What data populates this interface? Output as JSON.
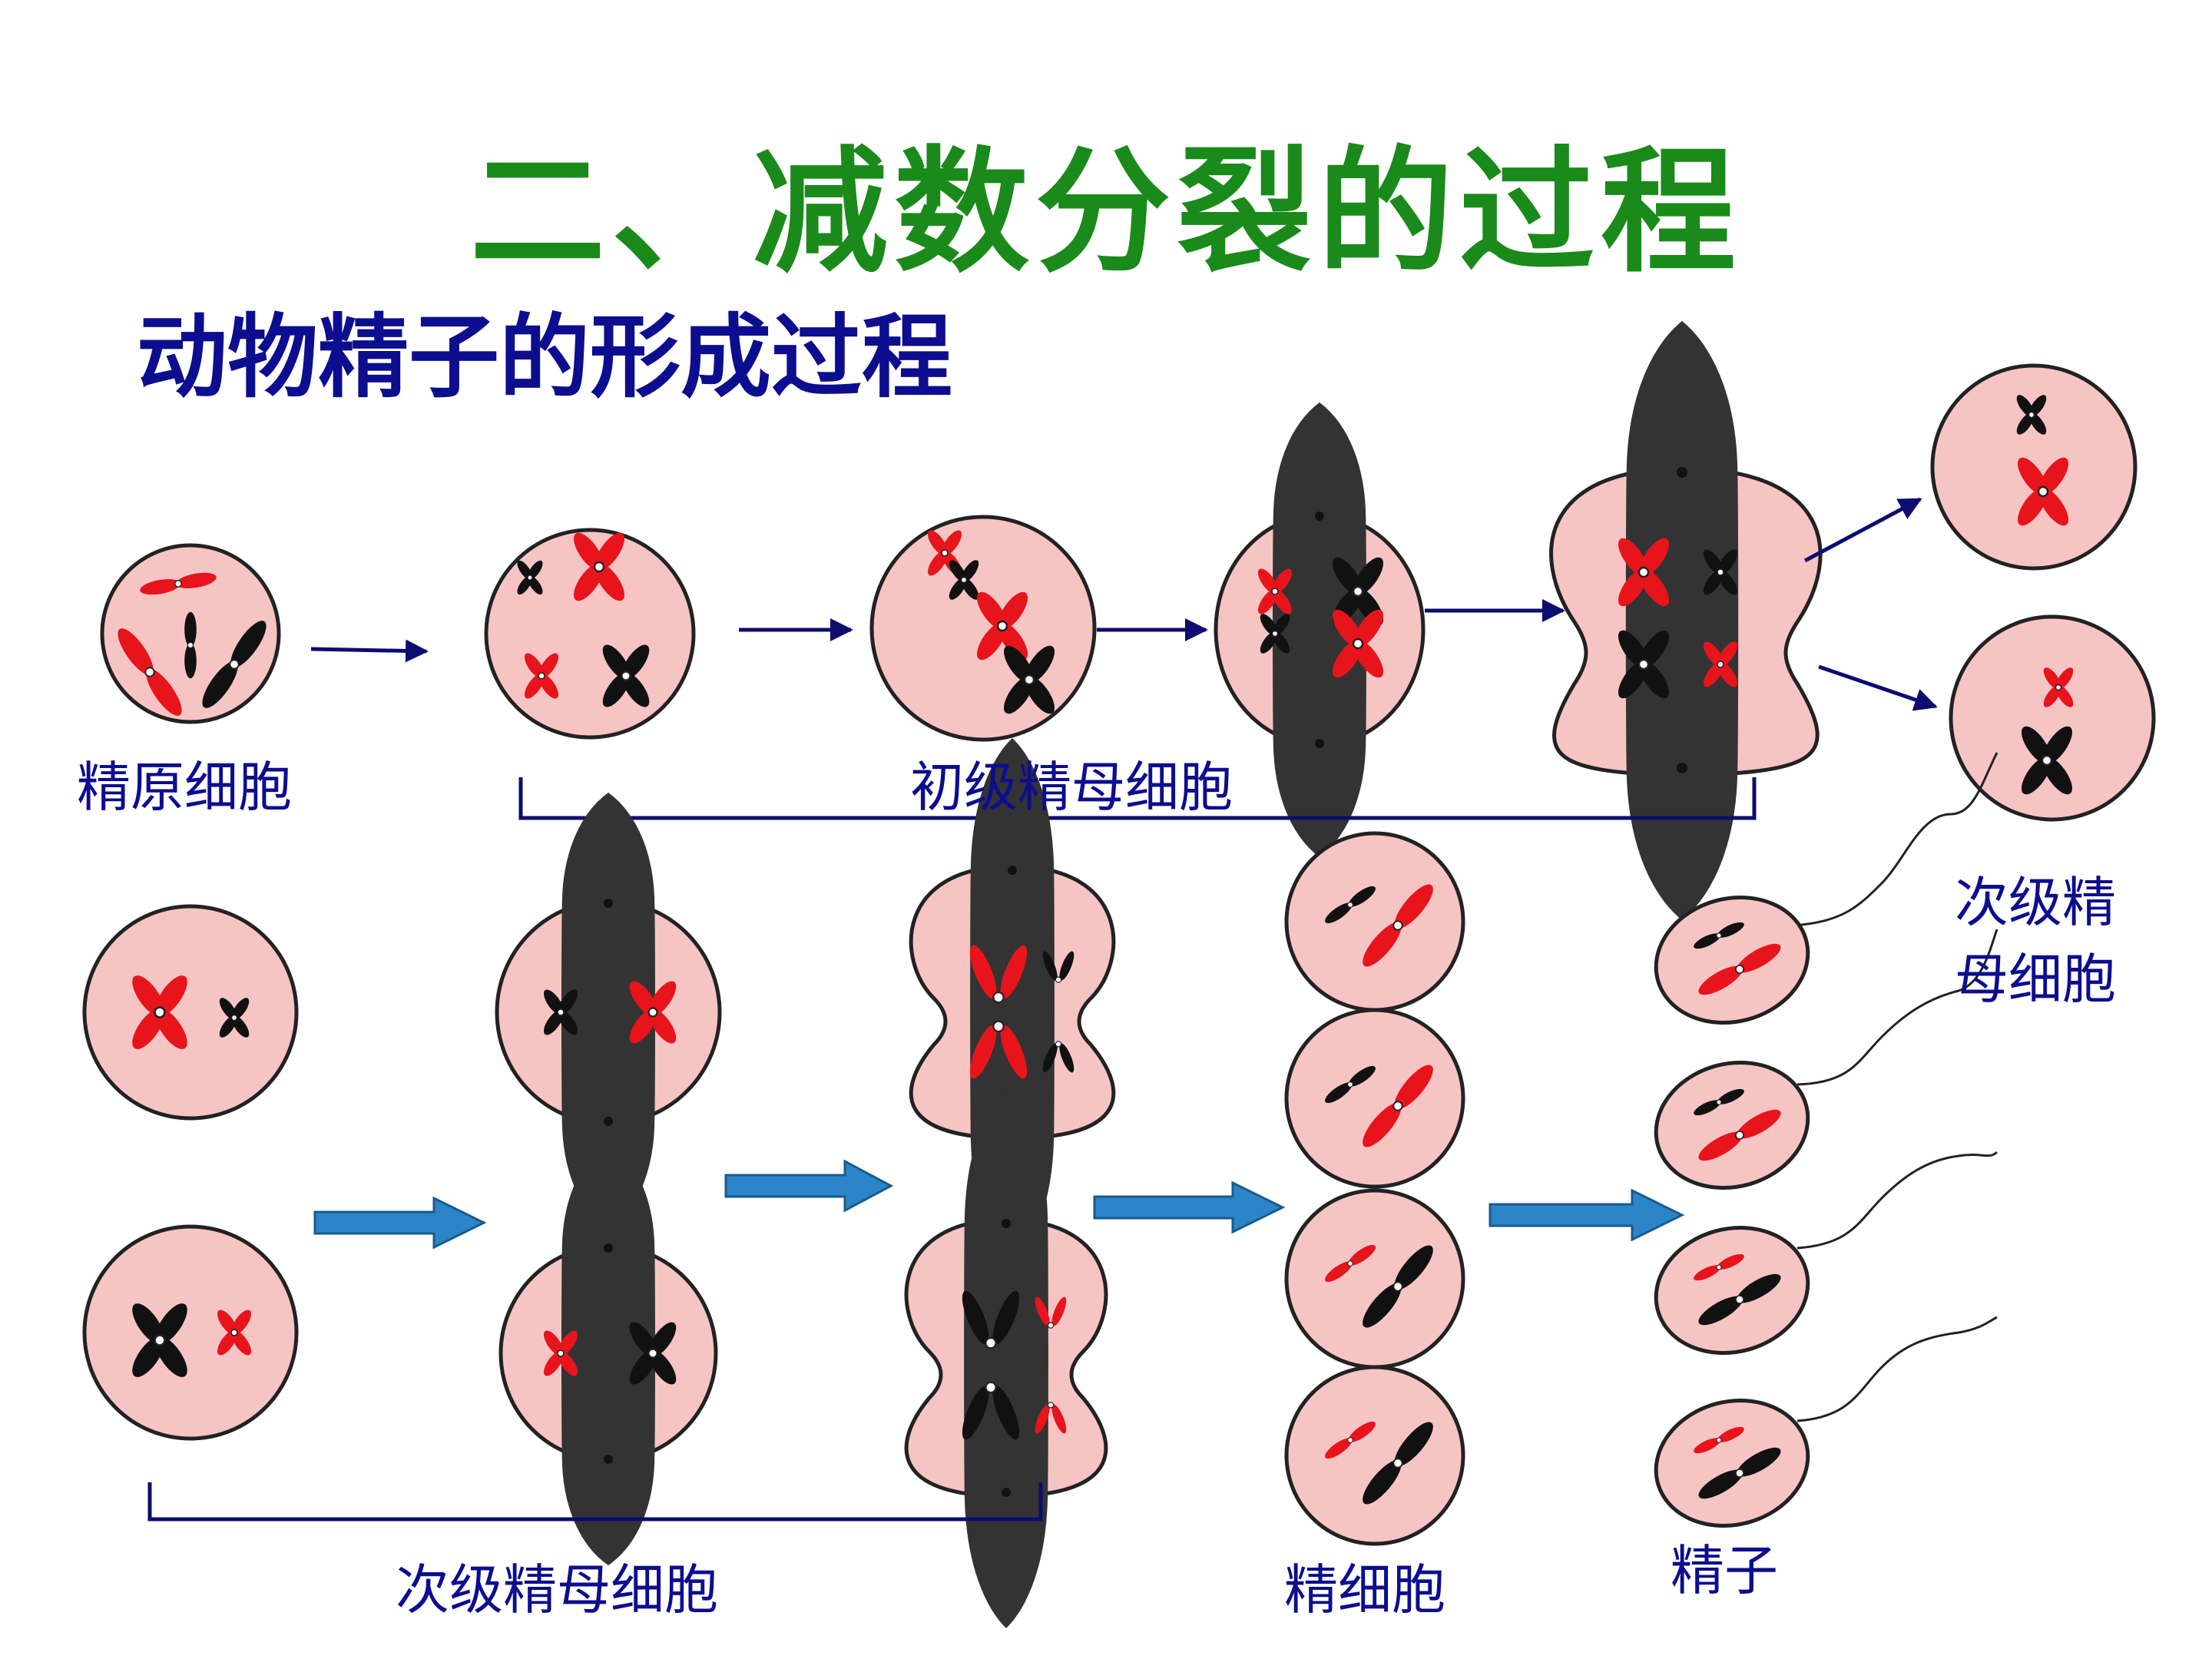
{
  "title": "二、减数分裂的过程",
  "subtitle": "动物精子的形成过程",
  "labels": {
    "spermatogonium": "精原细胞",
    "primary_spermatocyte": "初级精母细胞",
    "secondary_spermatocyte_line1": "次级精",
    "secondary_spermatocyte_line2": "母细胞",
    "secondary_spermatocyte": "次级精母细胞",
    "spermatid": "精细胞",
    "sperm": "精子"
  },
  "colors": {
    "title": "#1a8a1a",
    "label": "#0d0d8f",
    "cell_fill": "#f7c4c4",
    "cell_outline": "#222222",
    "chromosome_red": "#e8141c",
    "chromosome_black": "#111111",
    "arrow_line": "#0d0d6f",
    "arrow_block": "#2a86c8"
  }
}
